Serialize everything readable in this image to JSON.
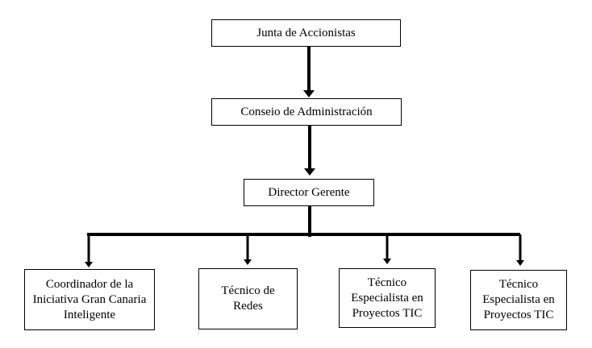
{
  "colors": {
    "line": "#000000",
    "box_border": "#000000",
    "background": "#ffffff"
  },
  "nodes": {
    "junta": {
      "label": "Junta de Accionistas"
    },
    "consejo": {
      "label": "Conseio de Administración"
    },
    "director": {
      "label": "Director Gerente"
    },
    "coordinador": {
      "label": "Coordinador de la Iniciativa Gran Canaria Inteligente"
    },
    "tecnico_redes": {
      "label": "Técnico de Redes"
    },
    "tecnico_tic_1": {
      "label": "Técnico Especialista en Proyectos TIC"
    },
    "tecnico_tic_2": {
      "label": "Técnico Especialista en Proyectos TIC"
    }
  }
}
